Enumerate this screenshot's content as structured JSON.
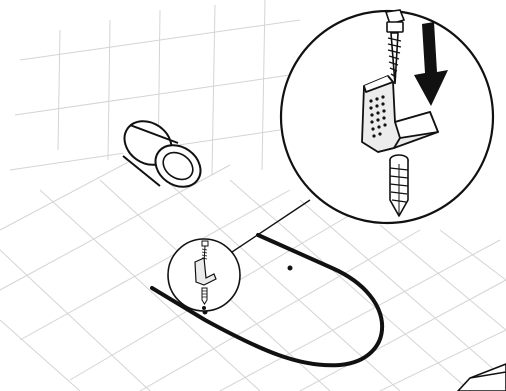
{
  "illustration": {
    "parts": [
      "tile-grid-floor",
      "pipe-sleeve",
      "toilet-outline",
      "mounting-bracket",
      "hex-screw",
      "wall-plug",
      "insertion-arrow",
      "detail-callout-zoom",
      "detail-callout-small",
      "floor-holes",
      "appliance-corner"
    ],
    "colors": {
      "line": "#111111",
      "grid": "#d4d4d4",
      "bracket_fill": "#ececec",
      "background": "#ffffff"
    }
  }
}
